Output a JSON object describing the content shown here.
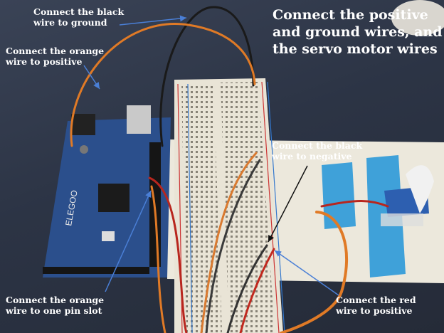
{
  "title": "Connect the positive\nand ground wires, and\nthe servo motor wires",
  "annotations": {
    "black_ground": "Connect the black\nwire to ground",
    "orange_positive": "Connect the orange\nwire to positive",
    "black_negative": "Connect the black\nwire to negative",
    "orange_pin": "Connect the orange\nwire to one pin slot",
    "red_positive": "Connect the red\nwire to positive"
  },
  "board_text": "ELEGOO",
  "colors": {
    "background": "#2c3445",
    "arduino": "#2b4f8c",
    "breadboard": "#e9e4d6",
    "tape": "#3fa1d9",
    "arrow": "#4a7fd6",
    "wire_black": "#1a1a1a",
    "wire_orange": "#e07a26",
    "wire_red": "#b8261e"
  }
}
